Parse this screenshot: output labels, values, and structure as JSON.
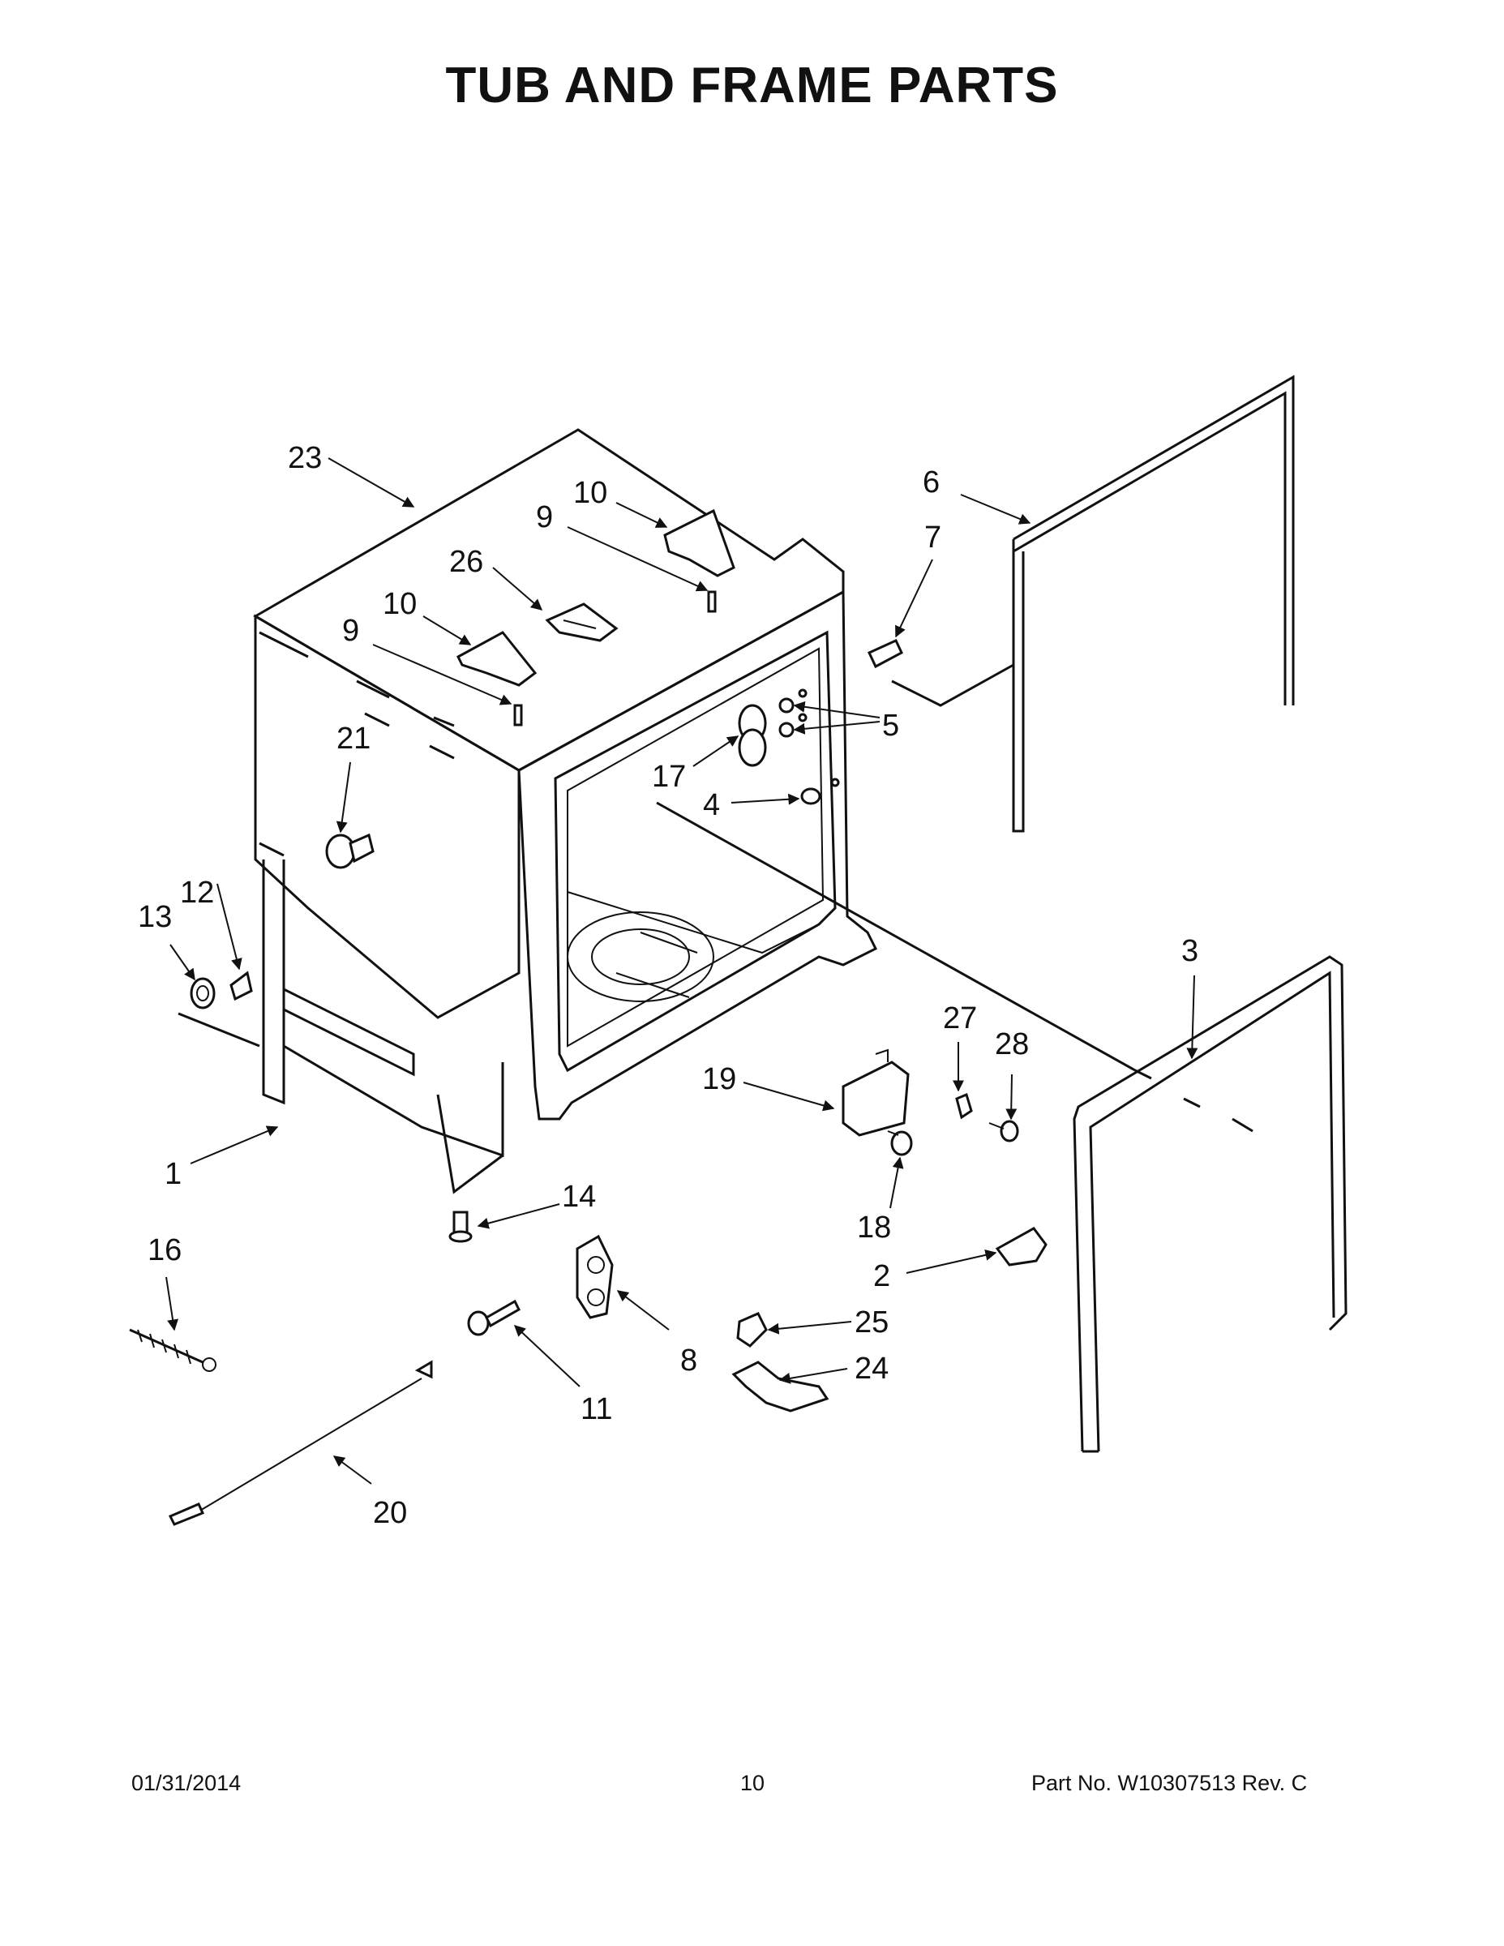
{
  "title": "TUB AND FRAME PARTS",
  "callouts": {
    "c1": "1",
    "c2": "2",
    "c3": "3",
    "c4": "4",
    "c5": "5",
    "c6": "6",
    "c7": "7",
    "c8": "8",
    "c9a": "9",
    "c9b": "9",
    "c10a": "10",
    "c10b": "10",
    "c11": "11",
    "c12": "12",
    "c13": "13",
    "c14": "14",
    "c16": "16",
    "c17": "17",
    "c18": "18",
    "c19": "19",
    "c20": "20",
    "c21": "21",
    "c23": "23",
    "c24": "24",
    "c25": "25",
    "c26": "26",
    "c27": "27",
    "c28": "28"
  },
  "footer": {
    "date": "01/31/2014",
    "page": "10",
    "part": "Part No.  W10307513  Rev.  C"
  }
}
